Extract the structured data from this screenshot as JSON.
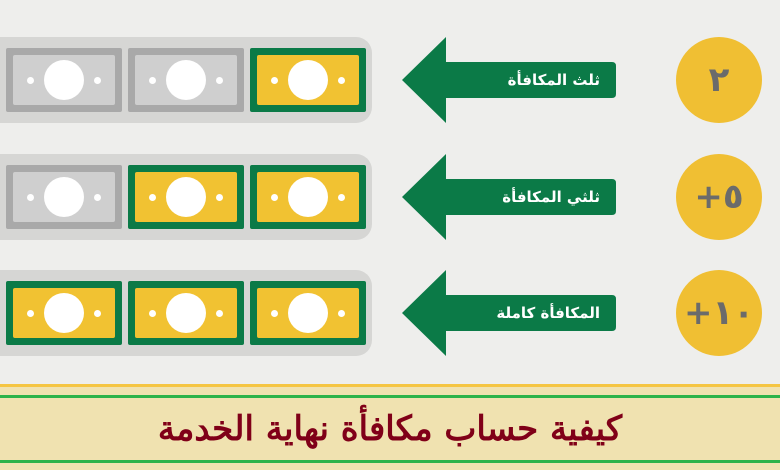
{
  "rows": [
    {
      "circle": "٢",
      "label": "ثلث المكافأة",
      "bills": [
        "on",
        "off",
        "off"
      ]
    },
    {
      "circle": "+٥",
      "label": "ثلثي المكافأة",
      "bills": [
        "on",
        "on",
        "off"
      ]
    },
    {
      "circle": "+١٠",
      "label": "المكافأة كاملة",
      "bills": [
        "on",
        "on",
        "on"
      ]
    }
  ],
  "title": "كيفية حساب مكافأة نهاية الخدمة",
  "colors": {
    "green": "#0b7a47",
    "yellow": "#f1c232",
    "gray": "#cfcfcf",
    "title": "#800018"
  }
}
